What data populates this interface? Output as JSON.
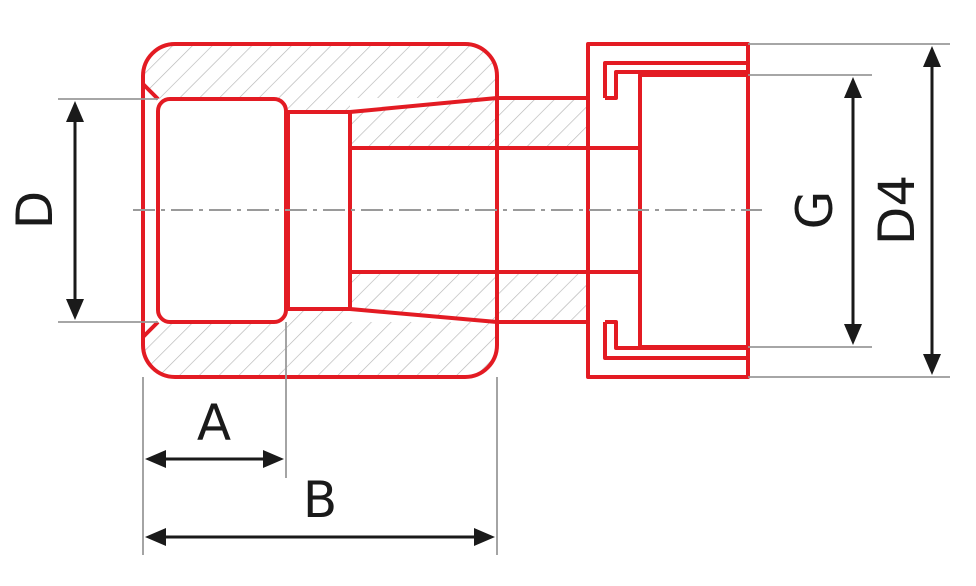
{
  "labels": {
    "D": "D",
    "A": "A",
    "B": "B",
    "G": "G",
    "D4": "D4"
  },
  "colors": {
    "outline": "#e31b23",
    "hatch": "#b5b5b5",
    "dimension": "#1a1a1a",
    "extension": "#9a9a9a",
    "centerline": "#9a9a9a"
  }
}
